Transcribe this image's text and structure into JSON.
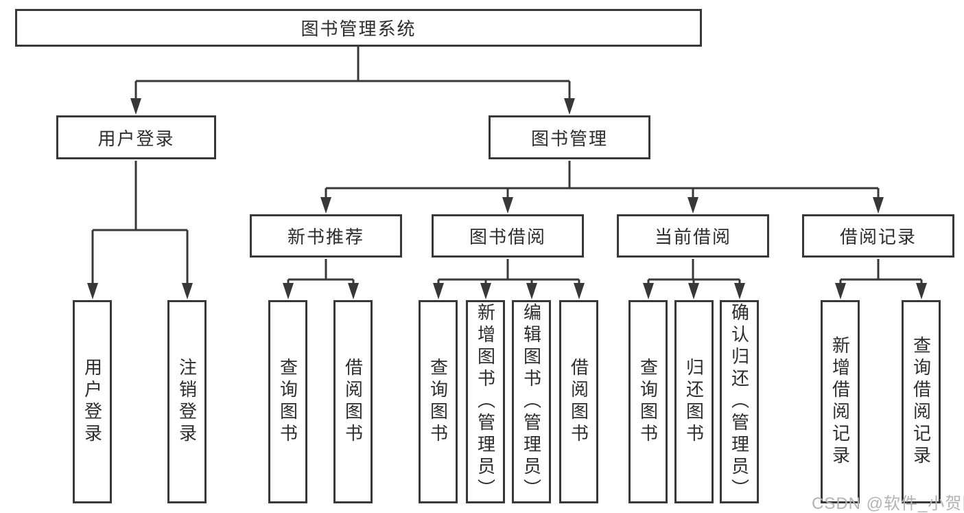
{
  "diagram": {
    "root": {
      "label": "图书管理系统"
    },
    "level2": [
      {
        "label": "用户登录"
      },
      {
        "label": "图书管理"
      }
    ],
    "level3": [
      {
        "label": "新书推荐"
      },
      {
        "label": "图书借阅"
      },
      {
        "label": "当前借阅"
      },
      {
        "label": "借阅记录"
      }
    ],
    "leaves": [
      {
        "label": "用户登录"
      },
      {
        "label": "注销登录"
      },
      {
        "label": "查询图书"
      },
      {
        "label": "借阅图书"
      },
      {
        "label": "查询图书"
      },
      {
        "label": "新增图书（管理员）"
      },
      {
        "label": "编辑图书（管理员）"
      },
      {
        "label": "借阅图书"
      },
      {
        "label": "查询图书"
      },
      {
        "label": "归还图书"
      },
      {
        "label": "确认归还（管理员）"
      },
      {
        "label": "新增借阅记录"
      },
      {
        "label": "查询借阅记录"
      }
    ],
    "colors": {
      "line": "#383838",
      "text": "#2d2d2d",
      "background": "#ffffff",
      "watermark": "#b3b3b3"
    },
    "watermark": "CSDN @软件_小贺同学"
  }
}
